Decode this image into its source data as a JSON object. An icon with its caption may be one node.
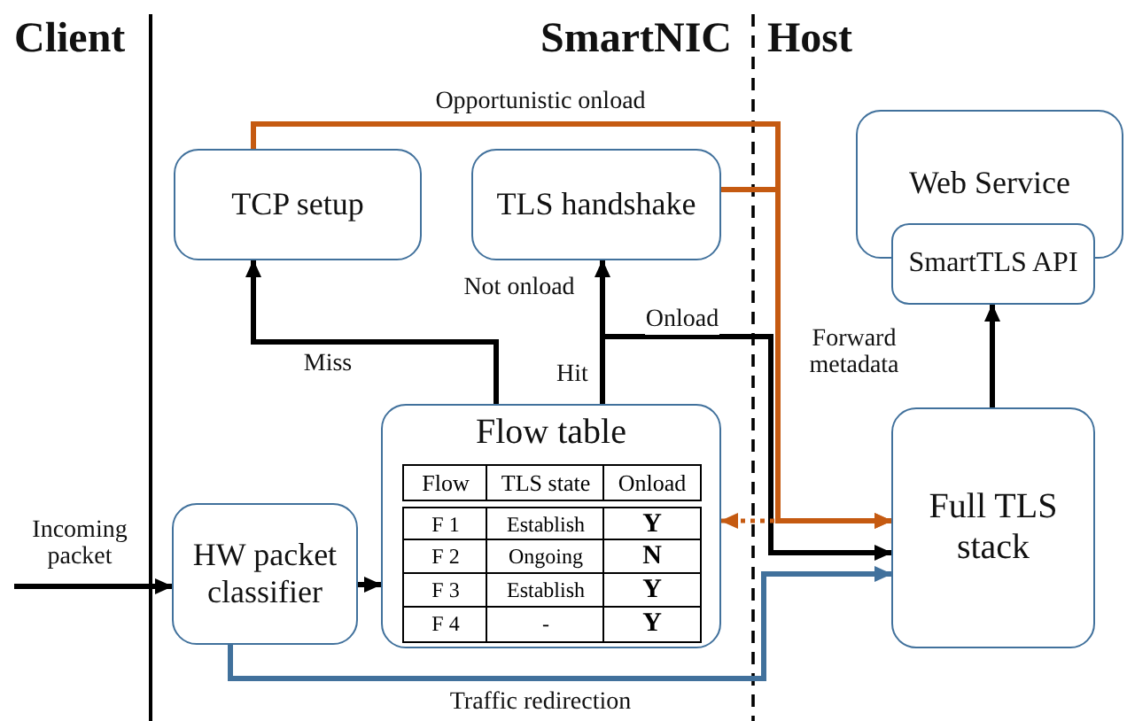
{
  "diagram": {
    "nodes": [
      {
        "text": [
          "TCP setup"
        ]
      },
      {
        "text": [
          "TLS handshake"
        ]
      },
      {
        "text": [
          "Web Service"
        ]
      },
      {
        "text": [
          "SmartTLS API"
        ]
      },
      {
        "text": [
          "Flow table"
        ]
      },
      {
        "text": [
          "HW packet classifier"
        ]
      },
      {
        "text": [
          "Full TLS stack"
        ]
      }
    ],
    "edges": [
      {
        "from": 4,
        "to": 0,
        "arrow": "to",
        "label": "Miss"
      },
      {
        "from": 4,
        "to": 1,
        "arrow": "to",
        "label": "Not onload"
      },
      {
        "from": 4,
        "to": 6,
        "arrow": "to",
        "label": "Onload"
      },
      {
        "from": 0,
        "to": 6,
        "arrow": "to",
        "label": "Opportunistic onload",
        "color": "#c55a11"
      },
      {
        "from": 1,
        "to": 6,
        "arrow": "to",
        "label": "Forward metadata",
        "color": "#c55a11"
      },
      {
        "from": null,
        "to": 4,
        "arrow": "to",
        "style": "dashed",
        "color": "#c55a11"
      },
      {
        "from": 5,
        "to": 6,
        "arrow": "to",
        "label": "Traffic redirection",
        "color": "#41719c"
      },
      {
        "from": 5,
        "to": 4,
        "arrow": "to"
      },
      {
        "from": 6,
        "to": 3,
        "arrow": "to"
      },
      {
        "from": null,
        "to": 5,
        "arrow": "to",
        "label": "Incoming packet"
      }
    ],
    "labels": [
      "Client",
      "SmartNIC",
      "Host",
      "Hit",
      "Flow",
      "TLS state",
      "Onload",
      "F 1",
      "Establish",
      "Y",
      "F 2",
      "Ongoing",
      "N",
      "F 3",
      "Establish",
      "Y",
      "F 4",
      "-",
      "Y"
    ]
  }
}
